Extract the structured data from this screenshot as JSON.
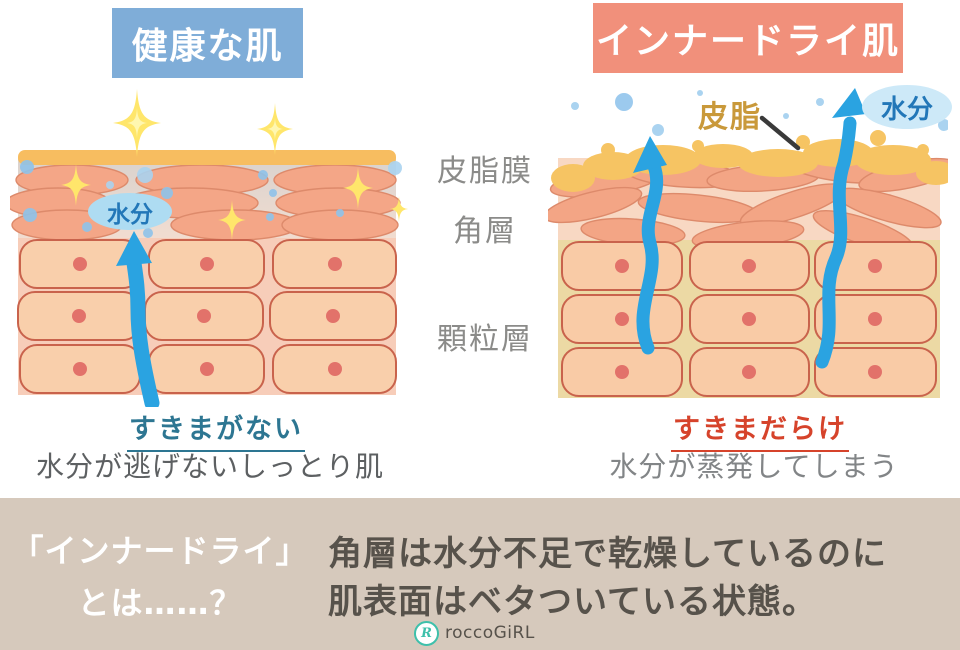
{
  "panels": {
    "healthy": {
      "title": "健康な肌",
      "moisture_label": "水分",
      "keyword": "すきまがない",
      "description": "水分が逃げないしっとり肌"
    },
    "inner_dry": {
      "title": "インナードライ肌",
      "sebum_label": "皮脂",
      "moisture_label": "水分",
      "keyword": "すきまだらけ",
      "description": "水分が蒸発してしまう"
    }
  },
  "layer_labels": {
    "sebum_film": "皮脂膜",
    "stratum_corneum": "角層",
    "granular_layer": "顆粒層"
  },
  "footer": {
    "question_line1": "「インナードライ」",
    "question_line2": "とは……？",
    "answer_line1": "角層は水分不足で乾燥しているのに",
    "answer_line2": "肌表面はベタついている状態。",
    "brand_glyph": "R",
    "brand_name": "roccoGiRL"
  },
  "colors": {
    "healthy_header_bg": "#7fadd8",
    "inner_dry_header_bg": "#f1907b",
    "sebum_yellow": "#f6bd60",
    "cell_fill": "#f9cfab",
    "cell_border": "#c9634c",
    "cell_nucleus": "#e2726a",
    "stratum_ellipse": "#f4a687",
    "arrow_blue": "#2aa3e1",
    "sparkle_yellow": "#ffe66b",
    "droplet_blue": "#8fc3ea",
    "keyword_teal": "#2d7692",
    "keyword_red": "#d6432b",
    "layer_label_gray": "#8b8b89",
    "sebum_label_gold": "#c9993a",
    "moisture_text_blue": "#2277b8",
    "footer_bg": "#d6c9bc",
    "brand_teal": "#3ec0ab"
  }
}
